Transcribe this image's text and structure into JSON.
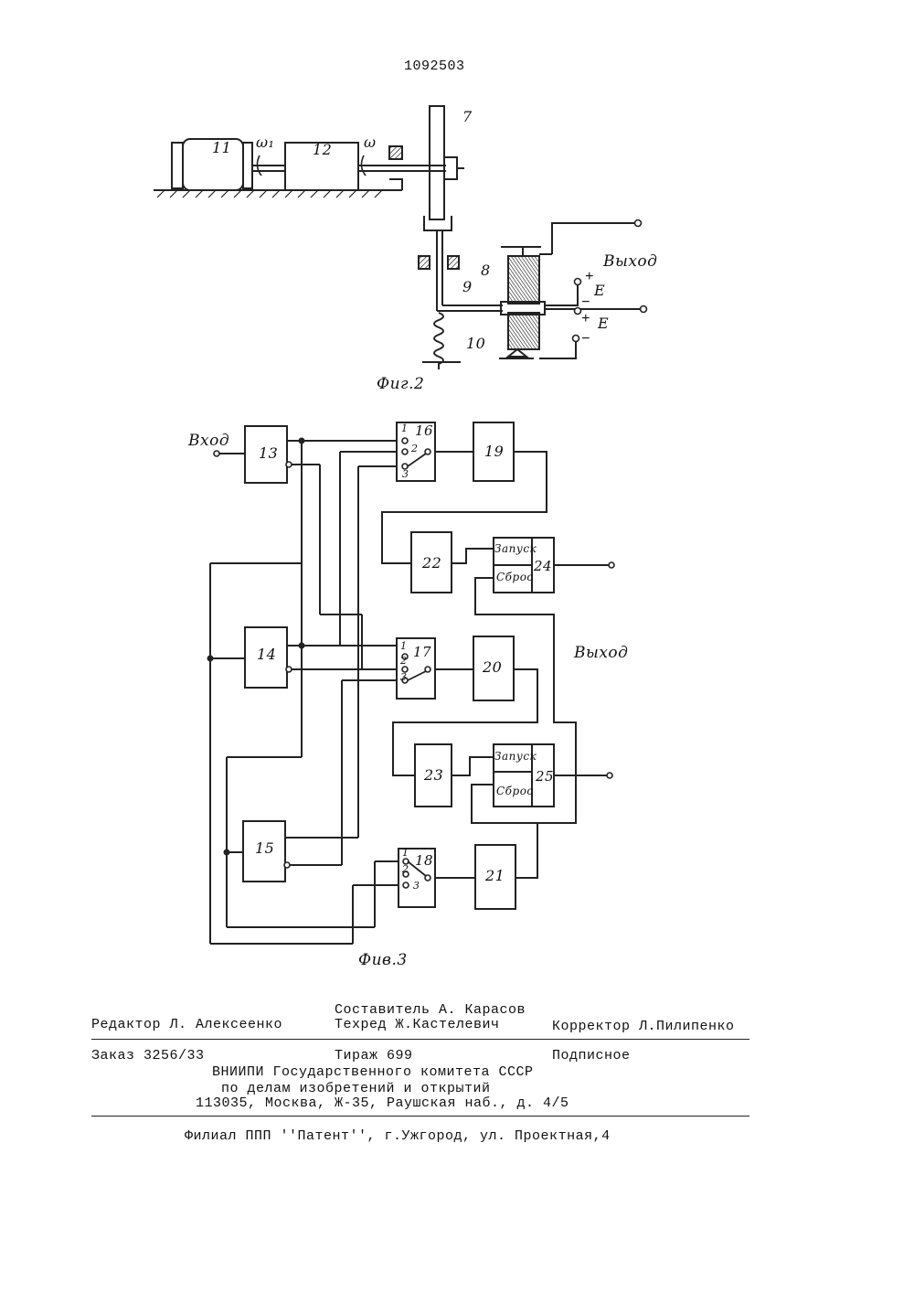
{
  "page_number": "1092503",
  "fig2": {
    "caption": "Фиг.2",
    "labels": {
      "motor": "11",
      "gearbox": "12",
      "disc": "7",
      "coil": "8",
      "rod": "9",
      "spring": "10",
      "omega1": "ω₁",
      "omega": "ω"
    },
    "output_label": "Выход",
    "plus1": "+",
    "e1": "E",
    "minus_plus_top": "−",
    "minus_plus_bottom": "+",
    "e2": "E",
    "minus2": "−"
  },
  "fig3": {
    "caption": "Фив.3",
    "input_label": "Вход",
    "output_label": "Выход",
    "blocks": {
      "b13": "13",
      "b14": "14",
      "b15": "15",
      "b16": "16",
      "b17": "17",
      "b18": "18",
      "b19": "19",
      "b20": "20",
      "b21": "21",
      "b22": "22",
      "b23": "23",
      "b24": "24",
      "b25": "25"
    },
    "switch_pins": [
      "1",
      "2",
      "3"
    ],
    "trigger_start": "Запуск",
    "trigger_reset": "Сброс"
  },
  "footer": {
    "composer": "Составитель А. Карасов",
    "editor": "Редактор Л. Алексеенко",
    "techred": "Техред Ж.Кастелевич",
    "corrector": "Корректор Л.Пилипенко",
    "order": "Заказ 3256/33",
    "circulation": "Тираж 699",
    "subscription": "Подписное",
    "org_line1": "ВНИИПИ Государственного комитета СССР",
    "org_line2": "по делам изобретений и открытий",
    "address": "113035, Москва, Ж-35, Раушская наб., д. 4/5",
    "branch": "Филиал ППП ''Патент'', г.Ужгород, ул. Проектная,4"
  }
}
